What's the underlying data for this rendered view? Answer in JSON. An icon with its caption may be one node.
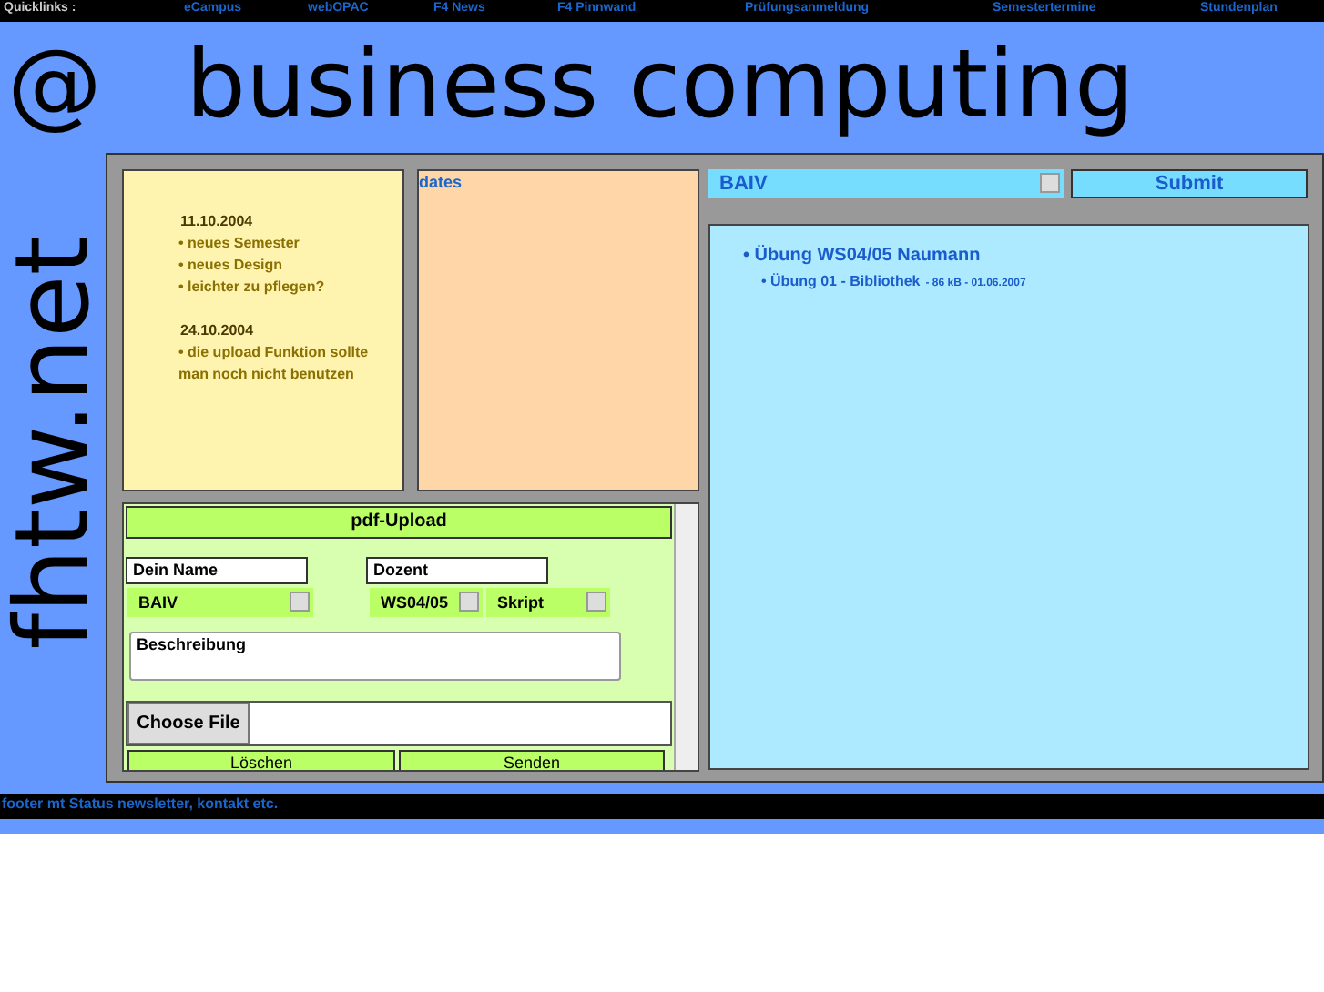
{
  "diagram": {
    "title": "business computing",
    "nodes": [
      {
        "text": [
          "Quicklinks :",
          "eCampus",
          "webOPAC",
          "F4 News",
          "F4 Pinnwand",
          "Prüfungsanmeldung",
          "Semestertermine",
          "Stundenplan"
        ]
      },
      {
        "text": [
          "11.10.2004",
          "• neues Semester",
          "• neues Design",
          "• leichter zu pflegen?",
          "24.10.2004",
          "• die upload Funktion sollte man noch nicht benutzen"
        ]
      },
      {
        "text": [
          "dates"
        ]
      },
      {
        "text": [
          "pdf-Upload"
        ]
      },
      {
        "text": [
          "Dein Name"
        ],
        "in": 3
      },
      {
        "text": [
          "Dozent"
        ],
        "in": 3
      },
      {
        "text": [
          "BAIV"
        ],
        "in": 3
      },
      {
        "text": [
          "WS04/05"
        ],
        "in": 3
      },
      {
        "text": [
          "Skript"
        ],
        "in": 3
      },
      {
        "text": [
          "Beschreibung"
        ],
        "in": 3
      },
      {
        "text": [
          "Choose File"
        ],
        "in": 3
      },
      {
        "text": [
          "Löschen"
        ],
        "in": 3
      },
      {
        "text": [
          "Senden"
        ],
        "in": 3
      },
      {
        "text": [
          "BAIV"
        ]
      },
      {
        "text": [
          "Submit"
        ]
      },
      {
        "text": [
          "• Übung WS04/05 Naumann",
          "• Übung 01 - Bibliothek",
          "- 86 kB - 01.06.2007"
        ]
      },
      {
        "text": [
          "footer mt Status newsletter, kontakt etc."
        ]
      }
    ],
    "labels": [
      "@",
      "fhtw.net"
    ]
  }
}
